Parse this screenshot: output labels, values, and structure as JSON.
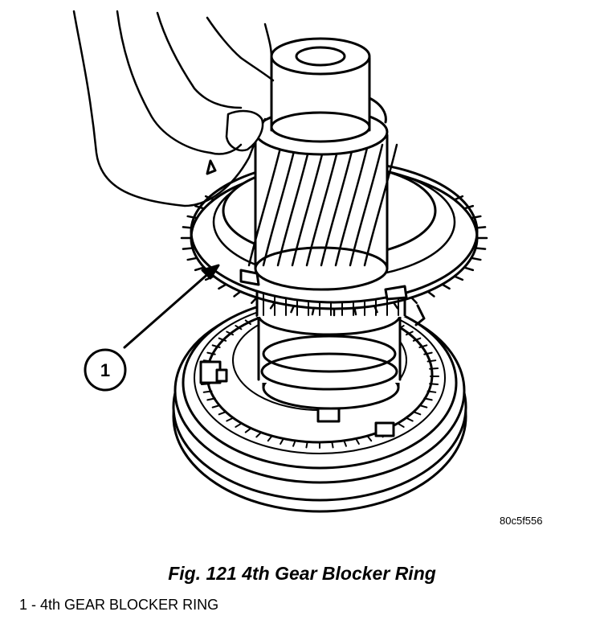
{
  "figure": {
    "image_id": "80c5f556",
    "caption": "Fig. 121 4th Gear Blocker Ring",
    "callouts": [
      {
        "number": "1",
        "label": "1 - 4th GEAR BLOCKER RING"
      }
    ]
  }
}
